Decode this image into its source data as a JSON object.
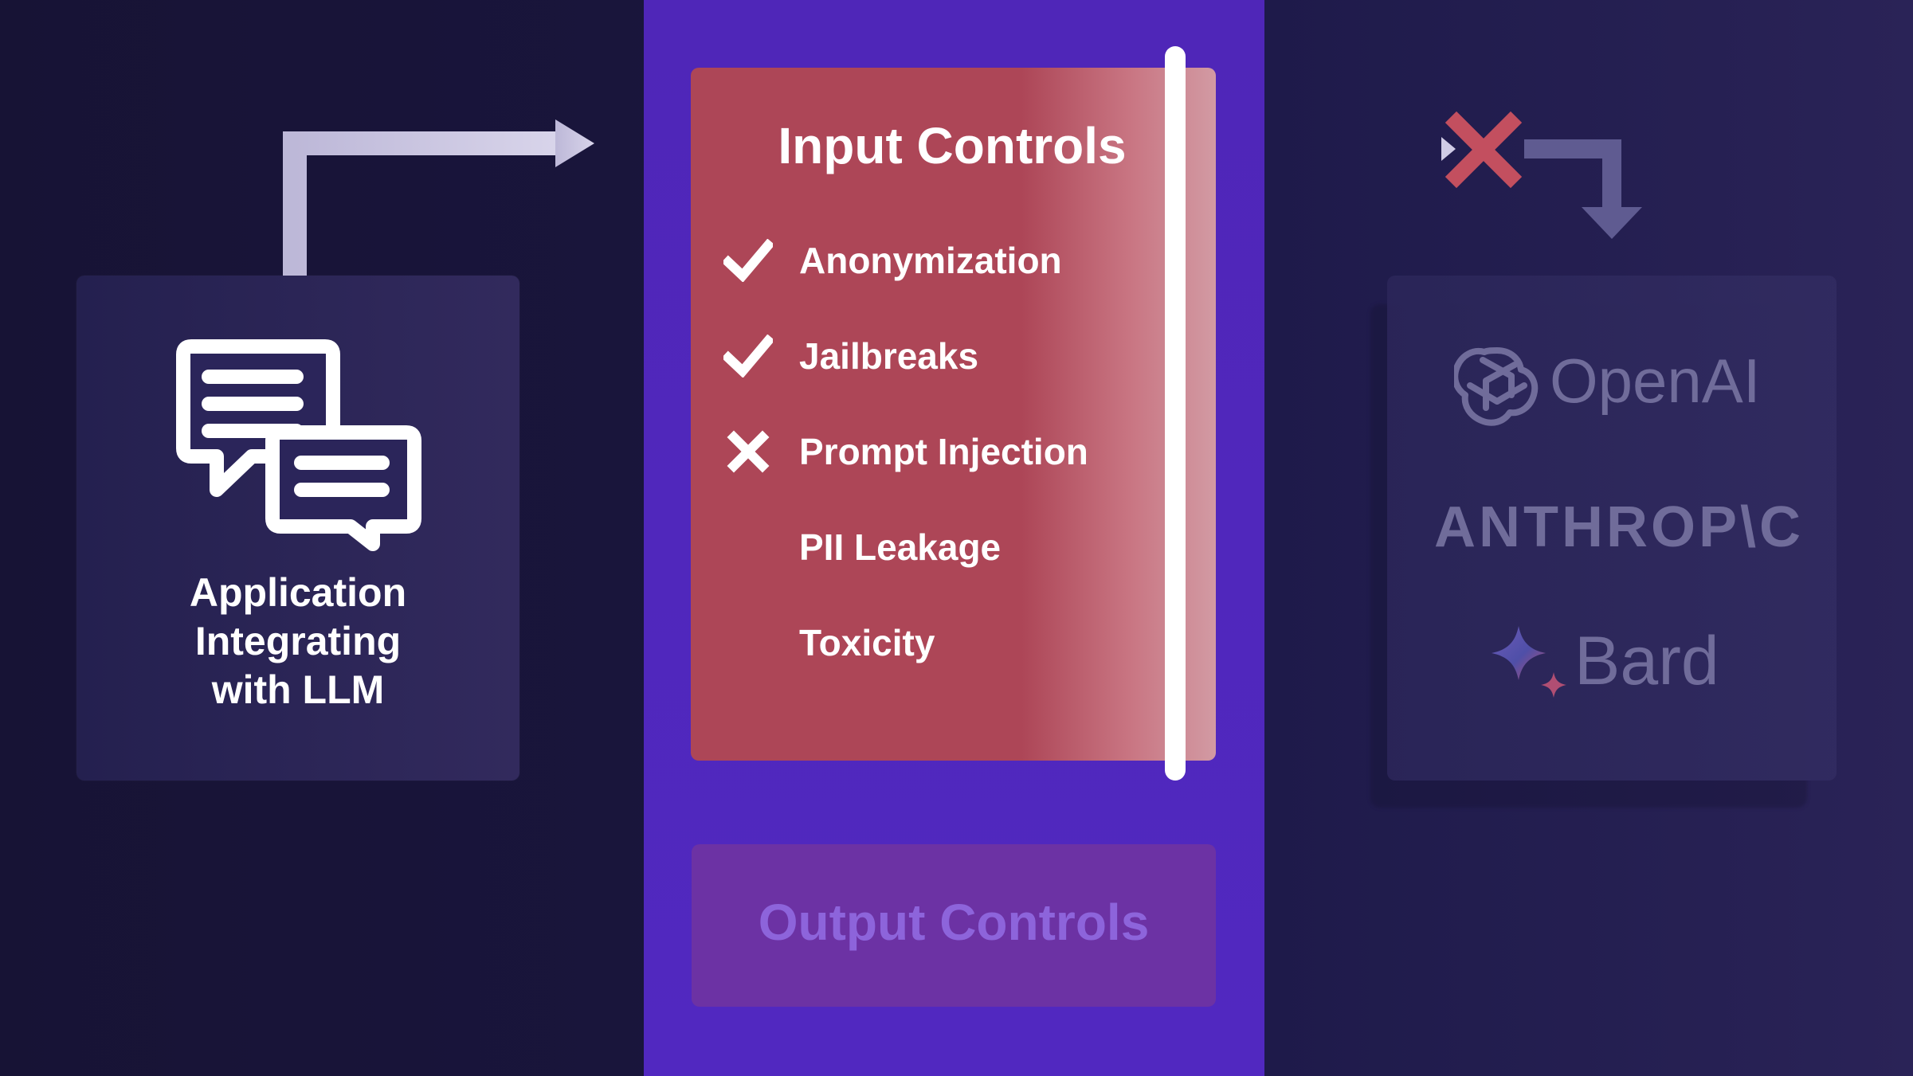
{
  "app": {
    "title": "Application\nIntegrating\nwith LLM"
  },
  "input_controls": {
    "title": "Input Controls",
    "items": [
      {
        "label": "Anonymization",
        "status": "check-icon"
      },
      {
        "label": "Jailbreaks",
        "status": "check-icon"
      },
      {
        "label": "Prompt Injection",
        "status": "close-icon"
      },
      {
        "label": "PII Leakage",
        "status": ""
      },
      {
        "label": "Toxicity",
        "status": ""
      }
    ]
  },
  "output_controls": {
    "title": "Output Controls"
  },
  "providers": {
    "openai": "OpenAI",
    "anthropic": "ANTHROP\\C",
    "bard": "Bard"
  },
  "colors": {
    "background": "#1a1640",
    "center_band": "#4f26b8",
    "input_panel": "#ad4657",
    "output_panel": "#6c32a4",
    "provider_text": "#706c9a",
    "block_x": "#c34f5f"
  }
}
